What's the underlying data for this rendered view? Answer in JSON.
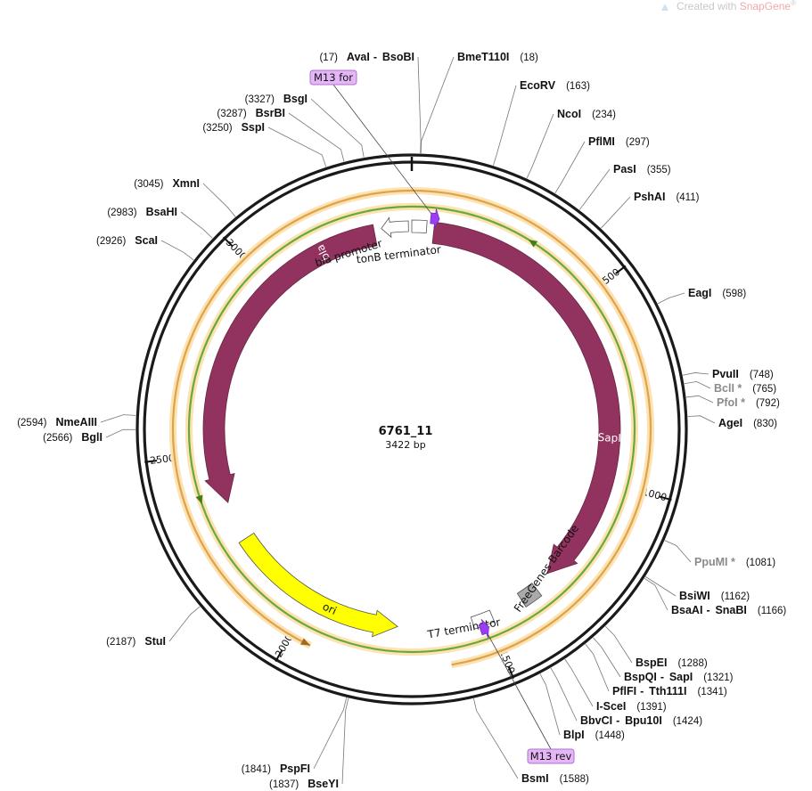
{
  "watermark": {
    "prefix": "Created with ",
    "brand": "SnapGene",
    "mark": "®"
  },
  "plasmid": {
    "name": "6761_11",
    "size_label": "3422 bp",
    "length": 3422
  },
  "ticks": [
    {
      "pos": 500,
      "label": "500"
    },
    {
      "pos": 1000,
      "label": "1000"
    },
    {
      "pos": 1500,
      "label": "1500"
    },
    {
      "pos": 2000,
      "label": "2000"
    },
    {
      "pos": 2500,
      "label": "2500"
    },
    {
      "pos": 3000,
      "label": "3000"
    }
  ],
  "primers": [
    {
      "name": "M13 for",
      "pos": 60
    },
    {
      "name": "M13 rev",
      "pos": 1520
    }
  ],
  "features": [
    {
      "name": "SapI",
      "start": 60,
      "end": 1300,
      "dir": "cw",
      "kind": "cds",
      "color": "#92325f"
    },
    {
      "name": "bla",
      "start": 3320,
      "end": 2360,
      "dir": "ccw",
      "kind": "cds",
      "color": "#92325f"
    },
    {
      "name": "ori",
      "start": 2250,
      "end": 1750,
      "dir": "ccw",
      "kind": "ori",
      "color": "#ffff00"
    },
    {
      "name": "bla promoter",
      "start": 3413,
      "end": 3340,
      "dir": "ccw",
      "kind": "promoter",
      "color": "#ffffff"
    },
    {
      "name": "tonB terminator",
      "start": 3422,
      "end": 40,
      "dir": "none",
      "kind": "terminator",
      "color": "#ffffff"
    },
    {
      "name": "T7 terminator",
      "start": 1490,
      "end": 1545,
      "dir": "none",
      "kind": "terminator",
      "color": "#ffffff"
    },
    {
      "name": "FreeGenes Barcode",
      "start": 1350,
      "end": 1400,
      "dir": "none",
      "kind": "misc",
      "color": "#aaaaaa"
    }
  ],
  "orfs": [
    {
      "start": 50,
      "end": 1300,
      "dir": "cw",
      "track": "outer"
    },
    {
      "start": 470,
      "end": 1000,
      "dir": "ccw",
      "track": "inner"
    },
    {
      "start": 120,
      "end": 300,
      "dir": "ccw",
      "track": "inner"
    },
    {
      "start": 3310,
      "end": 2380,
      "dir": "ccw",
      "track": "inner"
    },
    {
      "start": 2400,
      "end": 2620,
      "dir": "cw",
      "track": "outer"
    },
    {
      "start": 1620,
      "end": 1950,
      "dir": "ccw",
      "track": "outer"
    }
  ],
  "sites": [
    {
      "pos": 17,
      "name": "AvaI",
      "name2": "BsoBI",
      "label": "(17)",
      "side": "left",
      "grey": false
    },
    {
      "pos": 18,
      "name": "BmeT110I",
      "name2": "",
      "label": "(18)",
      "side": "right",
      "grey": false
    },
    {
      "pos": 163,
      "name": "EcoRV",
      "name2": "",
      "label": "(163)",
      "side": "right",
      "grey": false
    },
    {
      "pos": 234,
      "name": "NcoI",
      "name2": "",
      "label": "(234)",
      "side": "right",
      "grey": false
    },
    {
      "pos": 297,
      "name": "PflMI",
      "name2": "",
      "label": "(297)",
      "side": "right",
      "grey": false
    },
    {
      "pos": 355,
      "name": "PasI",
      "name2": "",
      "label": "(355)",
      "side": "right",
      "grey": false
    },
    {
      "pos": 411,
      "name": "PshAI",
      "name2": "",
      "label": "(411)",
      "side": "right",
      "grey": false
    },
    {
      "pos": 598,
      "name": "EagI",
      "name2": "",
      "label": "(598)",
      "side": "right",
      "grey": false
    },
    {
      "pos": 748,
      "name": "PvuII",
      "name2": "",
      "label": "(748)",
      "side": "right",
      "grey": false
    },
    {
      "pos": 765,
      "name": "BclI *",
      "name2": "",
      "label": "(765)",
      "side": "right",
      "grey": true
    },
    {
      "pos": 792,
      "name": "PfoI *",
      "name2": "",
      "label": "(792)",
      "side": "right",
      "grey": true
    },
    {
      "pos": 830,
      "name": "AgeI",
      "name2": "",
      "label": "(830)",
      "side": "right",
      "grey": false
    },
    {
      "pos": 1081,
      "name": "PpuMI *",
      "name2": "",
      "label": "(1081)",
      "side": "right",
      "grey": true
    },
    {
      "pos": 1162,
      "name": "BsiWI",
      "name2": "",
      "label": "(1162)",
      "side": "right",
      "grey": false
    },
    {
      "pos": 1166,
      "name": "BsaAI",
      "name2": "SnaBI",
      "label": "(1166)",
      "side": "right",
      "grey": false
    },
    {
      "pos": 1288,
      "name": "BspEI",
      "name2": "",
      "label": "(1288)",
      "side": "right",
      "grey": false
    },
    {
      "pos": 1321,
      "name": "BspQI",
      "name2": "SapI",
      "label": "(1321)",
      "side": "right",
      "grey": false
    },
    {
      "pos": 1341,
      "name": "PflFI",
      "name2": "Tth111I",
      "label": "(1341)",
      "side": "right",
      "grey": false
    },
    {
      "pos": 1391,
      "name": "I-SceI",
      "name2": "",
      "label": "(1391)",
      "side": "right",
      "grey": false
    },
    {
      "pos": 1424,
      "name": "BbvCI",
      "name2": "Bpu10I",
      "label": "(1424)",
      "side": "right",
      "grey": false
    },
    {
      "pos": 1448,
      "name": "BlpI",
      "name2": "",
      "label": "(1448)",
      "side": "right",
      "grey": false
    },
    {
      "pos": 1588,
      "name": "BsmI",
      "name2": "",
      "label": "(1588)",
      "side": "right",
      "grey": false
    },
    {
      "pos": 1837,
      "name": "BseYI",
      "name2": "",
      "label": "(1837)",
      "side": "left",
      "grey": false
    },
    {
      "pos": 1841,
      "name": "PspFI",
      "name2": "",
      "label": "(1841)",
      "side": "left",
      "grey": false
    },
    {
      "pos": 2187,
      "name": "StuI",
      "name2": "",
      "label": "(2187)",
      "side": "left",
      "grey": false
    },
    {
      "pos": 2566,
      "name": "BglI",
      "name2": "",
      "label": "(2566)",
      "side": "left",
      "grey": false
    },
    {
      "pos": 2594,
      "name": "NmeAIII",
      "name2": "",
      "label": "(2594)",
      "side": "left",
      "grey": false
    },
    {
      "pos": 2926,
      "name": "ScaI",
      "name2": "",
      "label": "(2926)",
      "side": "left",
      "grey": false
    },
    {
      "pos": 2983,
      "name": "BsaHI",
      "name2": "",
      "label": "(2983)",
      "side": "left",
      "grey": false
    },
    {
      "pos": 3045,
      "name": "XmnI",
      "name2": "",
      "label": "(3045)",
      "side": "left",
      "grey": false
    },
    {
      "pos": 3250,
      "name": "SspI",
      "name2": "",
      "label": "(3250)",
      "side": "left",
      "grey": false
    },
    {
      "pos": 3287,
      "name": "BsrBI",
      "name2": "",
      "label": "(3287)",
      "side": "left",
      "grey": false
    },
    {
      "pos": 3327,
      "name": "BsgI",
      "name2": "",
      "label": "(3327)",
      "side": "left",
      "grey": false
    }
  ]
}
